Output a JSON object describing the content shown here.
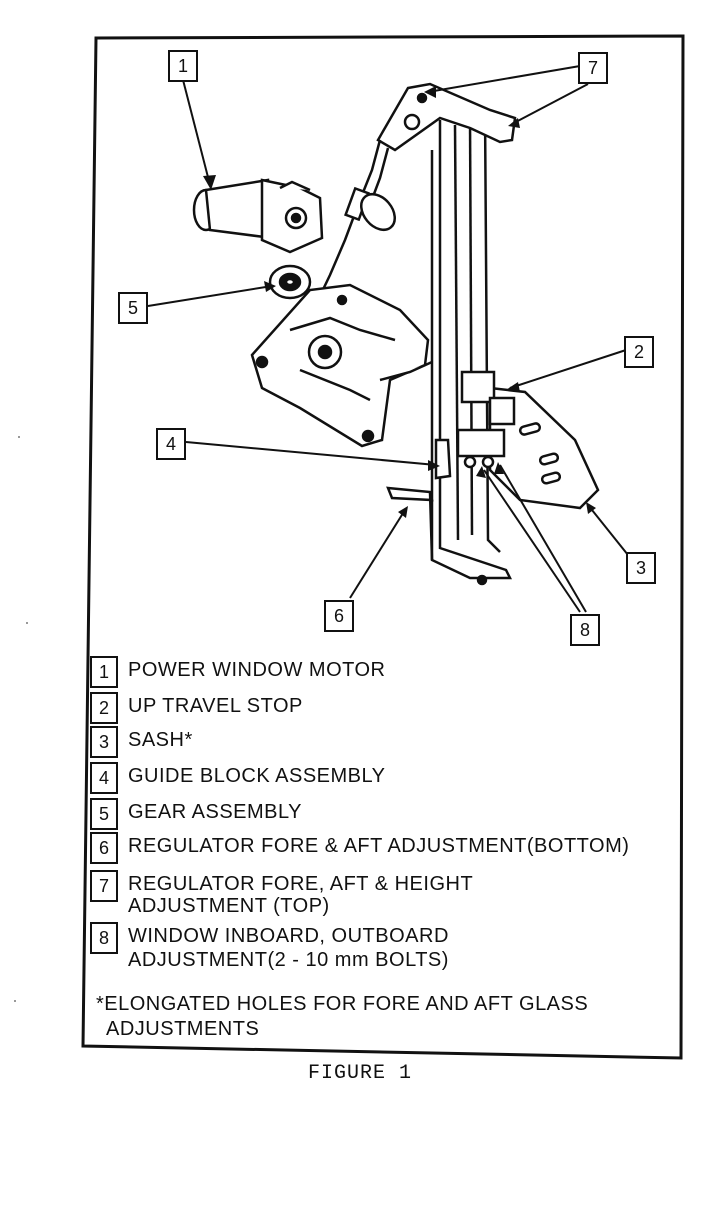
{
  "callouts": [
    "1",
    "2",
    "3",
    "4",
    "5",
    "6",
    "7",
    "8"
  ],
  "legend": [
    {
      "num": "1",
      "lines": [
        "POWER WINDOW MOTOR"
      ]
    },
    {
      "num": "2",
      "lines": [
        "UP TRAVEL STOP"
      ]
    },
    {
      "num": "3",
      "lines": [
        "SASH*"
      ]
    },
    {
      "num": "4",
      "lines": [
        "GUIDE BLOCK ASSEMBLY"
      ]
    },
    {
      "num": "5",
      "lines": [
        "GEAR ASSEMBLY"
      ]
    },
    {
      "num": "6",
      "lines": [
        "REGULATOR FORE & AFT ADJUSTMENT(BOTTOM)"
      ]
    },
    {
      "num": "7",
      "lines": [
        "REGULATOR FORE, AFT & HEIGHT",
        "ADJUSTMENT  (TOP)"
      ]
    },
    {
      "num": "8",
      "lines": [
        "WINDOW INBOARD, OUTBOARD",
        "ADJUSTMENT(2 - 10 mm BOLTS)"
      ]
    }
  ],
  "note": [
    "*ELONGATED HOLES FOR FORE AND AFT GLASS",
    "ADJUSTMENTS"
  ],
  "caption": "FIGURE 1"
}
